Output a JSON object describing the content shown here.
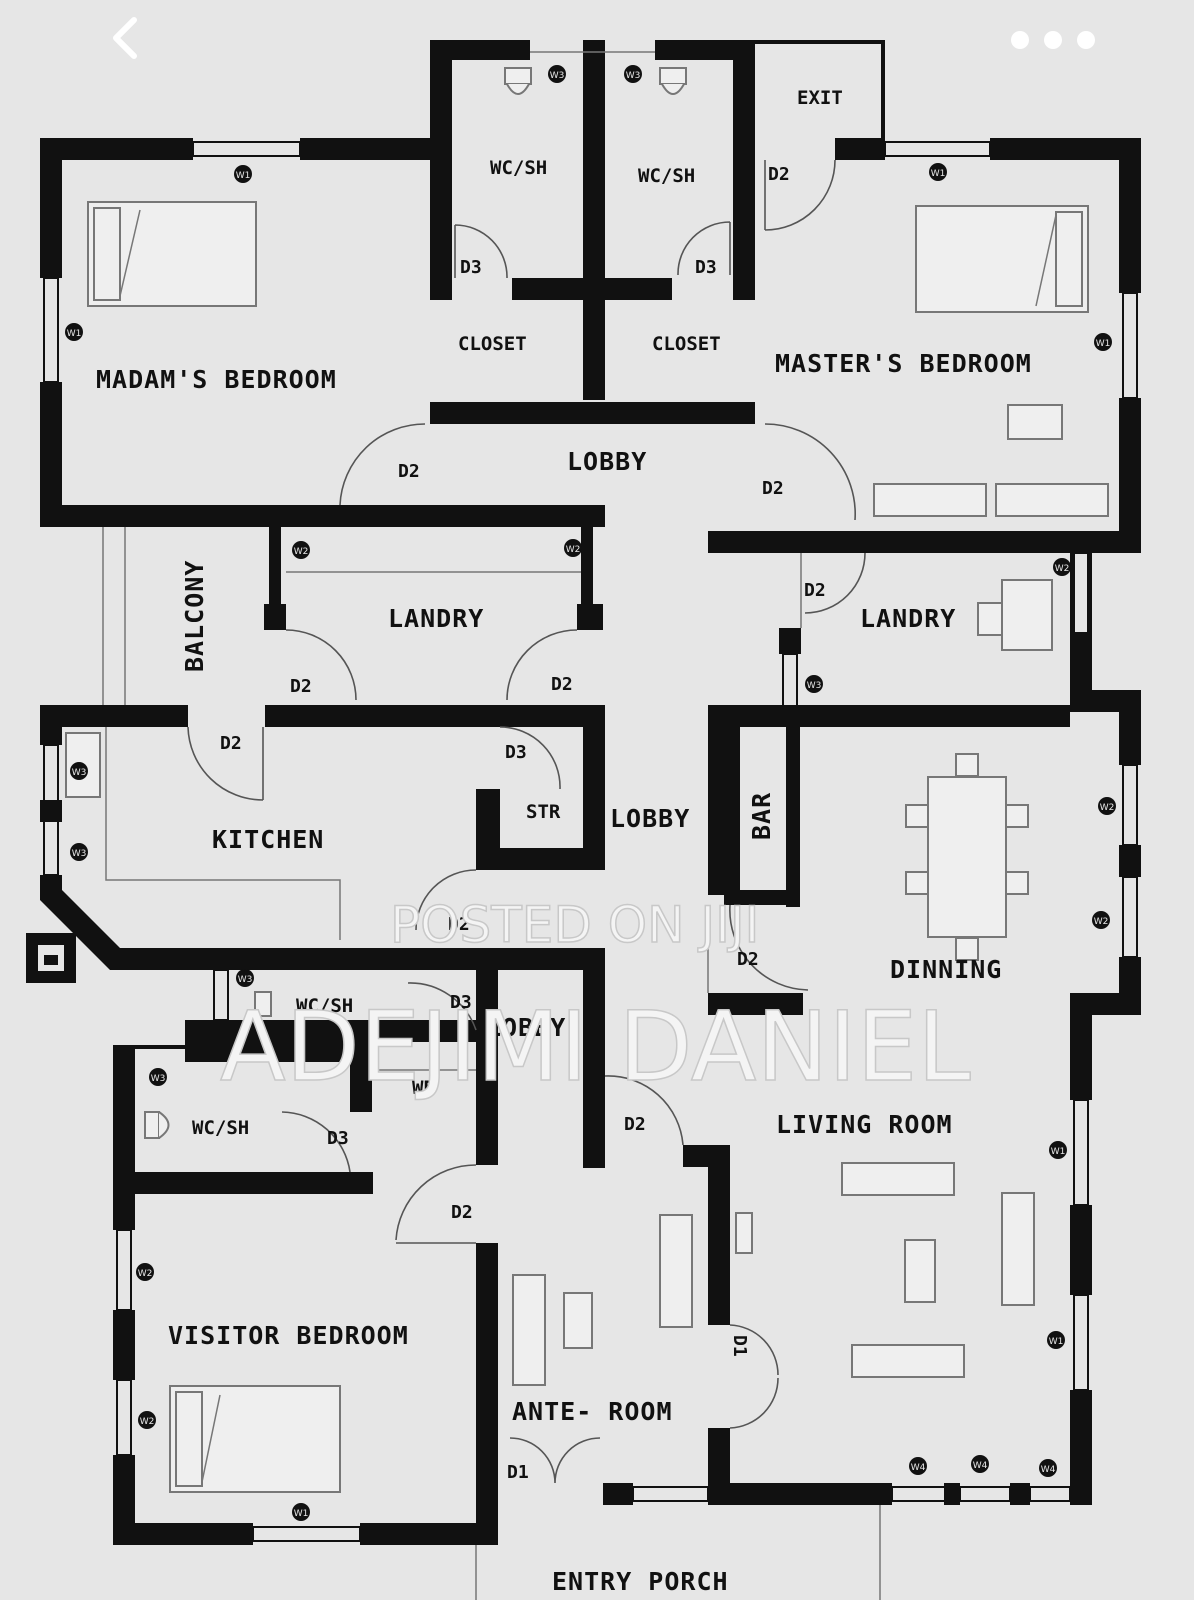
{
  "rooms": {
    "madam_bedroom": "MADAM'S BEDROOM",
    "master_bedroom": "MASTER'S BEDROOM",
    "wc_sh_1": "WC/SH",
    "wc_sh_2": "WC/SH",
    "wc_sh_3": "WC/SH",
    "wc_sh_4": "WC/SH",
    "closet_1": "CLOSET",
    "closet_2": "CLOSET",
    "exit": "EXIT",
    "lobby_1": "LOBBY",
    "lobby_2": "LOBBY",
    "lobby_3": "LOBBY",
    "balcony": "BALCONY",
    "laundry_1": "LANDRY",
    "laundry_2": "LANDRY",
    "kitchen": "KITCHEN",
    "store": "STR",
    "bar": "BAR",
    "dining": "DINNING",
    "wd": "WD",
    "living_room": "LIVING ROOM",
    "visitor_bedroom": "VISITOR BEDROOM",
    "ante_room": "ANTE- ROOM",
    "entry_porch": "ENTRY PORCH"
  },
  "door_tags": {
    "d2": "D2",
    "d3": "D3",
    "d1": "D1"
  },
  "window_tags": {
    "w1": "W1",
    "w2": "W2",
    "w3": "W3",
    "w4": "W4"
  },
  "watermark": {
    "posted": "POSTED ON JIJI",
    "author": "ADEJIMI DANIEL"
  },
  "icons": {
    "back": "chevron-left-icon",
    "more": "more-dots-icon"
  },
  "colors": {
    "background": "#e6e6e6",
    "wall": "#111111",
    "nav": "#ffffff"
  }
}
